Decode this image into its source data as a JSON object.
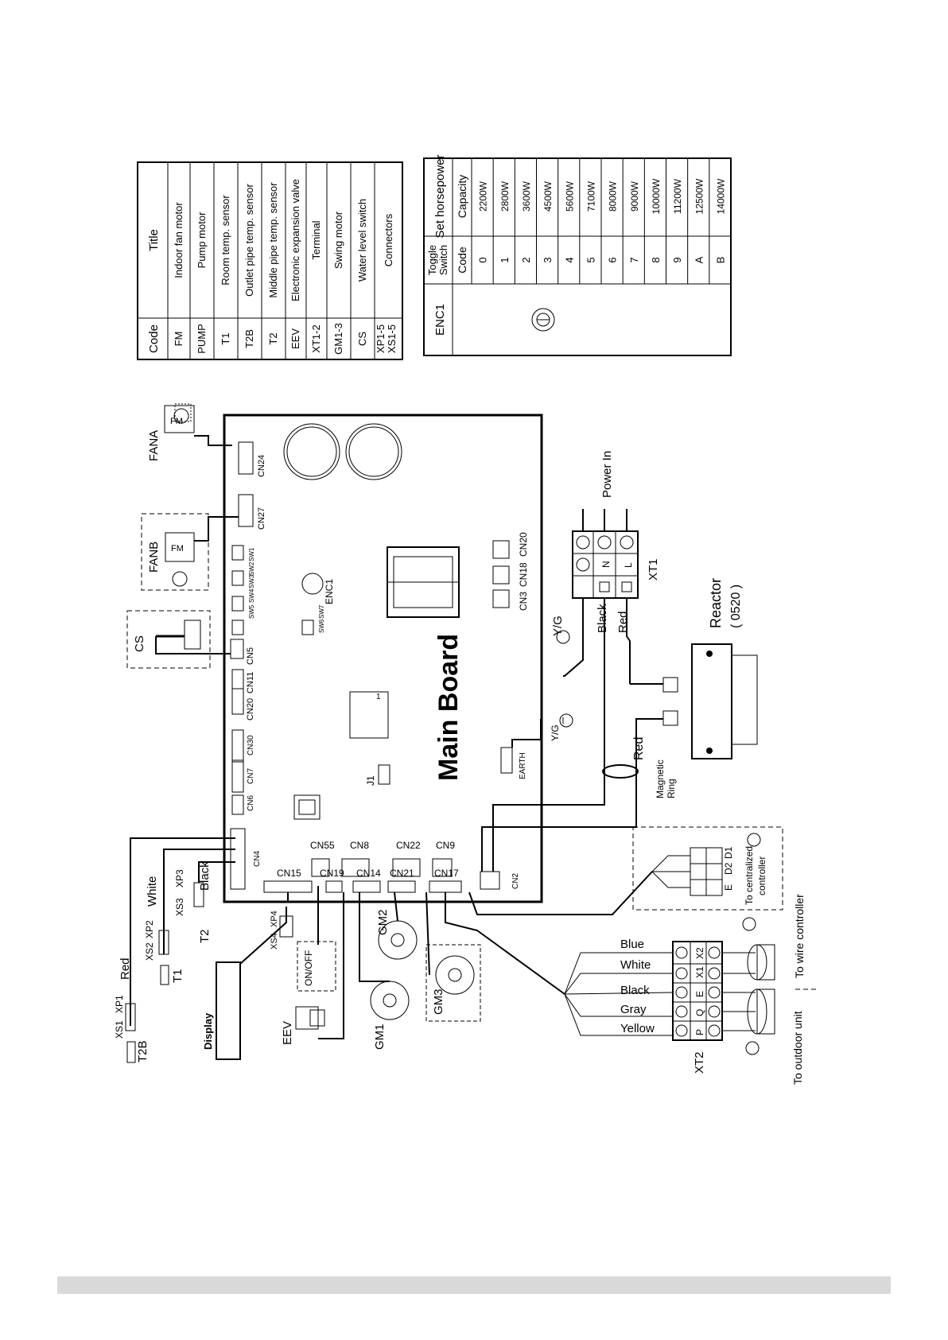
{
  "code_table": {
    "headers": [
      "Code",
      "Title"
    ],
    "rows": [
      [
        "FM",
        "Indoor fan motor"
      ],
      [
        "PUMP",
        "Pump motor"
      ],
      [
        "T1",
        "Room temp. sensor"
      ],
      [
        "T2B",
        "Outlet pipe temp. sensor"
      ],
      [
        "T2",
        "Middle pipe temp. sensor"
      ],
      [
        "EEV",
        "Electronic expansion valve"
      ],
      [
        "XT1-2",
        "Terminal"
      ],
      [
        "GM1-3",
        "Swing motor"
      ],
      [
        "CS",
        "Water level switch"
      ],
      [
        "XP1-5\nXS1-5",
        "Connectors"
      ]
    ]
  },
  "enc_table": {
    "enc_label": "ENC1",
    "toggle_header": "Toggle Switch",
    "set_header": "Set horsepower",
    "code_header": "Code",
    "capacity_header": "Capacity",
    "codes": [
      "0",
      "1",
      "2",
      "3",
      "4",
      "5",
      "6",
      "7",
      "8",
      "9",
      "A",
      "B"
    ],
    "capacities": [
      "2200W",
      "2800W",
      "3600W",
      "4500W",
      "5600W",
      "7100W",
      "8000W",
      "9000W",
      "10000W",
      "11200W",
      "12500W",
      "14000W"
    ]
  },
  "diagram": {
    "board_title": "Main Board",
    "fana": "FANA",
    "fanb": "FANB",
    "fm": "FM",
    "cs": "CS",
    "cn24": "CN24",
    "cn27": "CN27",
    "switches": [
      "SW1",
      "SW2",
      "SW3",
      "SW4",
      "SW5",
      "SW6",
      "SW7"
    ],
    "enc1": "ENC1",
    "top_connectors": [
      "CN5",
      "CN11",
      "CN20",
      "CN30",
      "CN7",
      "CN6",
      "CN4"
    ],
    "cn3": "CN3",
    "cn18": "CN18",
    "cn20_right": "CN20",
    "j1": "J1",
    "earth": "EARTH",
    "yg": "Y/G",
    "bottom_connectors_row1": [
      "CN55",
      "CN8",
      "CN22",
      "CN9"
    ],
    "bottom_connectors_row2": [
      "CN15",
      "CN19",
      "CN14",
      "CN21",
      "CN17"
    ],
    "cn2": "CN2",
    "xt1": "XT1",
    "xt1_cells": [
      "N",
      "L"
    ],
    "power_in": "Power In",
    "yg_wire": "Y/G",
    "black": "Black",
    "red": "Red",
    "reactor": "Reactor",
    "reactor_code": "( 0520 )",
    "magnetic_ring": "Magnetic Ring",
    "red_lower": "Red",
    "xs1": "XS1",
    "xp1": "XP1",
    "red_sensor": "Red",
    "t2b": "T2B",
    "xs2": "XS2",
    "xp2": "XP2",
    "white_sensor": "White",
    "t1": "T1",
    "xs3": "XS3",
    "xp3": "XP3",
    "black_sensor": "Black",
    "t2": "T2",
    "xs4": "XS4",
    "xp4": "XP4",
    "display": "Display",
    "eev": "EEV",
    "onoff": "ON/OFF",
    "gm1": "GM1",
    "gm2": "GM2",
    "gm3": "GM3",
    "wire_colors": [
      "Blue",
      "White",
      "Black",
      "Gray",
      "Yellow"
    ],
    "xt2": "XT2",
    "xt2_cells": [
      "X2",
      "X1",
      "E",
      "Q",
      "P"
    ],
    "centralized_terms": [
      "D1",
      "D2",
      "E"
    ],
    "to_centralized": "To centralized controller",
    "to_wire_controller": "To wire controller",
    "to_outdoor": "To outdoor unit"
  }
}
